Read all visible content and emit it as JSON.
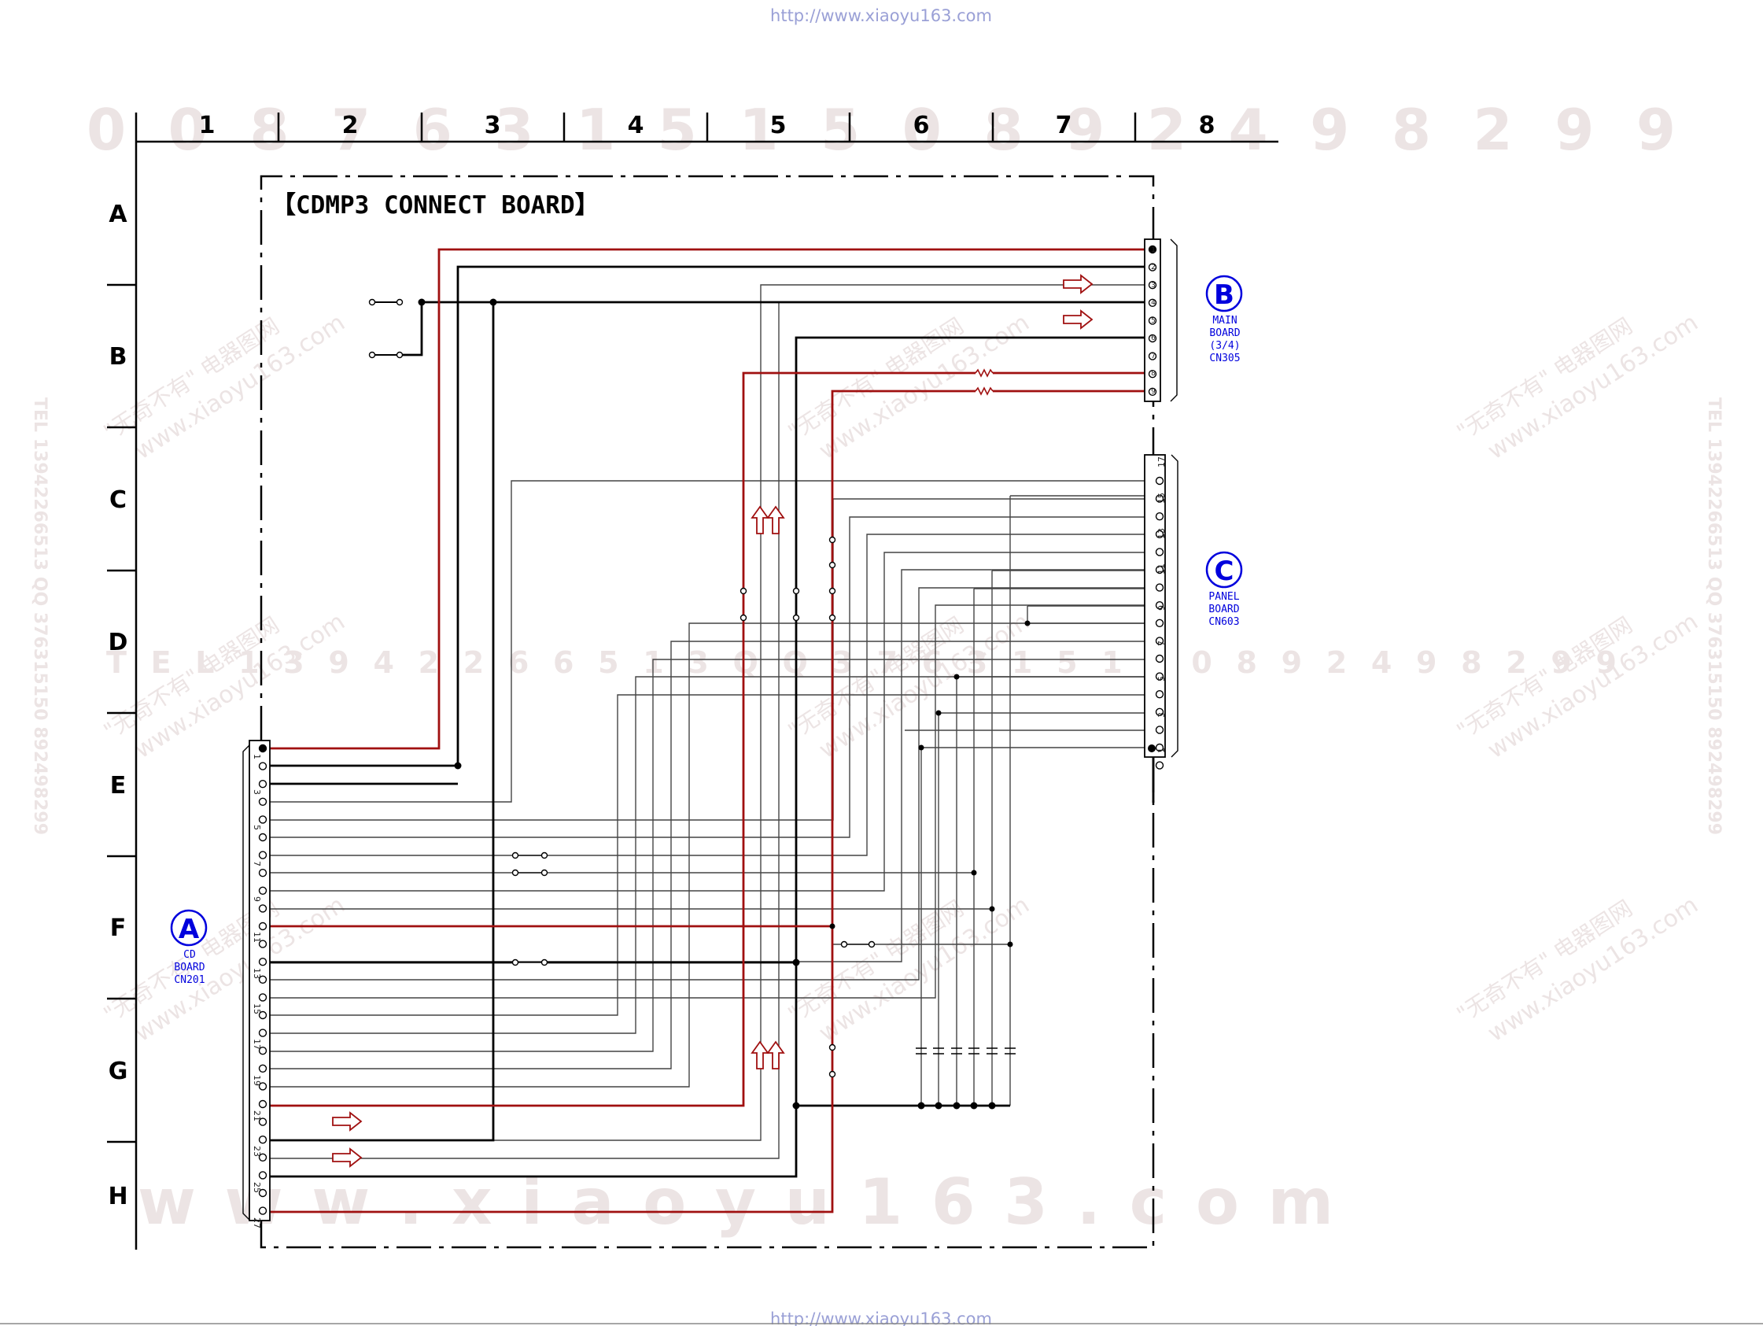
{
  "header_url": "http://www.xiaoyu163.com",
  "footer_url": "http://www.xiaoyu163.com",
  "columns": [
    "1",
    "2",
    "3",
    "4",
    "5",
    "6",
    "7",
    "8"
  ],
  "rows": [
    "A",
    "B",
    "C",
    "D",
    "E",
    "F",
    "G",
    "H"
  ],
  "board_title": "【CDMP3 CONNECT BOARD】",
  "connectors": {
    "A": {
      "letter": "A",
      "lines": [
        "CD",
        "BOARD",
        "CN201"
      ]
    },
    "B": {
      "letter": "B",
      "lines": [
        "MAIN",
        "BOARD",
        "(3/4)",
        "CN305"
      ]
    },
    "C": {
      "letter": "C",
      "lines": [
        "PANEL",
        "BOARD",
        "CN603"
      ]
    }
  },
  "pin_labels": {
    "cn201": [
      "1",
      "3",
      "5",
      "7",
      "9",
      "11",
      "13",
      "15",
      "17",
      "19",
      "21",
      "23",
      "25",
      "27"
    ],
    "cn305": [
      "1",
      "2",
      "3",
      "4",
      "5",
      "6",
      "7",
      "8",
      "9"
    ],
    "cn603": [
      "1",
      "3",
      "5",
      "7",
      "9",
      "11",
      "13",
      "15",
      "17"
    ]
  },
  "watermarks": {
    "top_digits": "0 0 8 7 6 3 1 5 1 5 0 8 9 2 4 9 8 2 9 9",
    "mid_digits": "T E L 1 3 9 4 2 2 6 6 5 1 3 Q Q 3 7 6 3 1 5 1 5 0 8 9 2 4 9 8 2 9 9",
    "bottom_text": "w w w . x i a o y u 1 6 3 . c o m",
    "cn_text": "\"无奇不有\" 电器图网",
    "cn_url": "www.xiaoyu163.com",
    "side_text": "TEL 13942266513 QQ 376315150 892498299"
  },
  "colors": {
    "signal_red": "#a01010",
    "wire": "#000000",
    "thin_wire": "#444444",
    "connector_blue": "#0000dd",
    "watermark": "#ece4e4",
    "url": "#9aa0d6"
  }
}
